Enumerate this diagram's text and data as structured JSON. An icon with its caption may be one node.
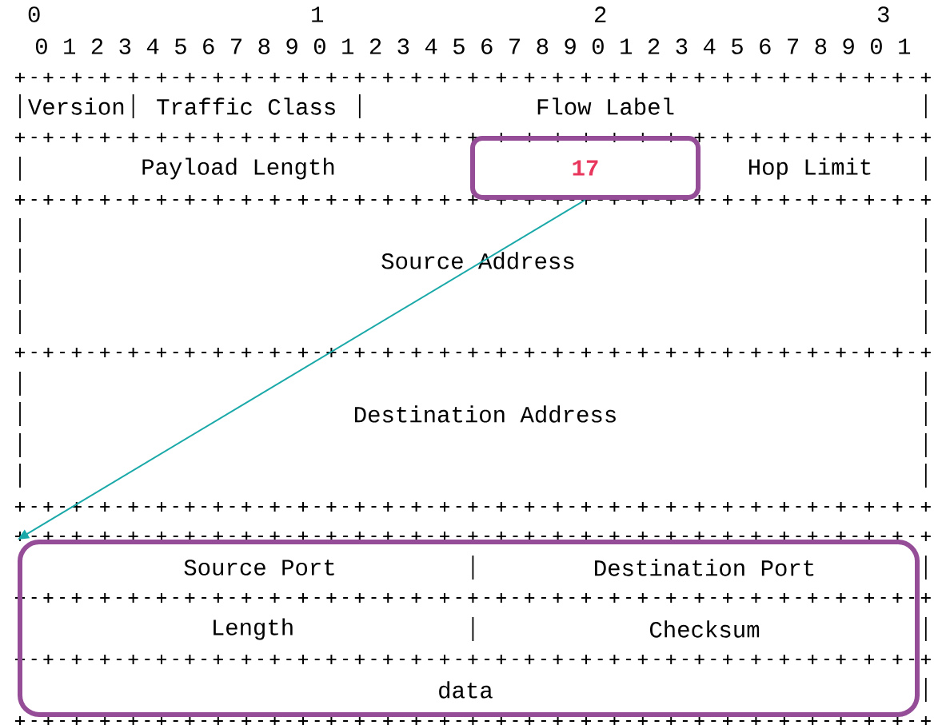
{
  "diagram": {
    "nodes": [
      {
        "text": [
          "Version"
        ]
      },
      {
        "text": [
          "Traffic Class"
        ]
      },
      {
        "text": [
          "Flow Label"
        ]
      },
      {
        "text": [
          "Payload Length"
        ]
      },
      {
        "text": [
          "17"
        ]
      },
      {
        "text": [
          "Hop Limit"
        ]
      },
      {
        "text": [
          "Source Address"
        ]
      },
      {
        "text": [
          "Destination Address"
        ]
      },
      {
        "text": [],
        "shape": "box"
      },
      {
        "text": [
          "Source Port"
        ],
        "in": 8
      },
      {
        "text": [
          "Destination Port"
        ],
        "in": 8
      },
      {
        "text": [
          "Length"
        ],
        "in": 8
      },
      {
        "text": [
          "Checksum"
        ],
        "in": 8
      },
      {
        "text": [
          "data"
        ],
        "in": 8
      }
    ],
    "edges": [
      {
        "from": 4,
        "to": 8,
        "arrow": "to",
        "color": "#1aa8a8"
      }
    ],
    "labels": [
      "0",
      "1",
      "2",
      "3",
      "0 1 2 3 4 5 6 7 8 9 0 1 2 3 4 5 6 7 8 9 0 1 2 3 4 5 6 7 8 9 0 1"
    ]
  }
}
